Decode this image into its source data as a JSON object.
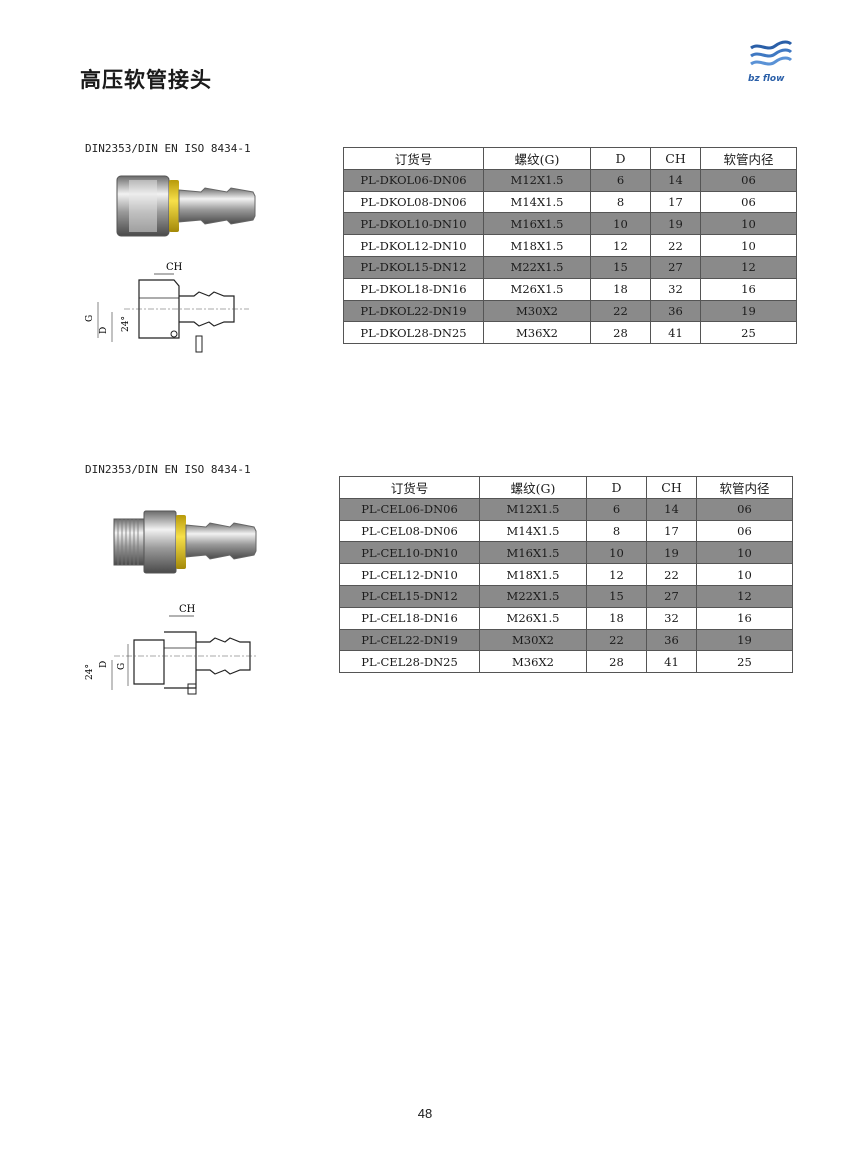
{
  "page": {
    "title": "高压软管接头",
    "logo_text": "bz flow",
    "page_number": "48",
    "colors": {
      "row_shade": "#8a8a8a",
      "logo_blue": "#2a5fa8",
      "collar_yellow": "#f2d21b"
    }
  },
  "sections": [
    {
      "standard": "DIN2353/DIN EN ISO 8434-1",
      "drawing_labels": {
        "ch": "CH",
        "g": "G",
        "d": "D",
        "angle": "24°"
      },
      "headers": [
        "订货号",
        "螺纹(G)",
        "D",
        "CH",
        "软管内径"
      ],
      "rows": [
        [
          "PL-DKOL06-DN06",
          "M12X1.5",
          "6",
          "14",
          "06"
        ],
        [
          "PL-DKOL08-DN06",
          "M14X1.5",
          "8",
          "17",
          "06"
        ],
        [
          "PL-DKOL10-DN10",
          "M16X1.5",
          "10",
          "19",
          "10"
        ],
        [
          "PL-DKOL12-DN10",
          "M18X1.5",
          "12",
          "22",
          "10"
        ],
        [
          "PL-DKOL15-DN12",
          "M22X1.5",
          "15",
          "27",
          "12"
        ],
        [
          "PL-DKOL18-DN16",
          "M26X1.5",
          "18",
          "32",
          "16"
        ],
        [
          "PL-DKOL22-DN19",
          "M30X2",
          "22",
          "36",
          "19"
        ],
        [
          "PL-DKOL28-DN25",
          "M36X2",
          "28",
          "41",
          "25"
        ]
      ]
    },
    {
      "standard": "DIN2353/DIN EN ISO 8434-1",
      "drawing_labels": {
        "ch": "CH",
        "g": "G",
        "d": "D",
        "angle": "24°"
      },
      "headers": [
        "订货号",
        "螺纹(G)",
        "D",
        "CH",
        "软管内径"
      ],
      "rows": [
        [
          "PL-CEL06-DN06",
          "M12X1.5",
          "6",
          "14",
          "06"
        ],
        [
          "PL-CEL08-DN06",
          "M14X1.5",
          "8",
          "17",
          "06"
        ],
        [
          "PL-CEL10-DN10",
          "M16X1.5",
          "10",
          "19",
          "10"
        ],
        [
          "PL-CEL12-DN10",
          "M18X1.5",
          "12",
          "22",
          "10"
        ],
        [
          "PL-CEL15-DN12",
          "M22X1.5",
          "15",
          "27",
          "12"
        ],
        [
          "PL-CEL18-DN16",
          "M26X1.5",
          "18",
          "32",
          "16"
        ],
        [
          "PL-CEL22-DN19",
          "M30X2",
          "22",
          "36",
          "19"
        ],
        [
          "PL-CEL28-DN25",
          "M36X2",
          "28",
          "41",
          "25"
        ]
      ]
    }
  ]
}
